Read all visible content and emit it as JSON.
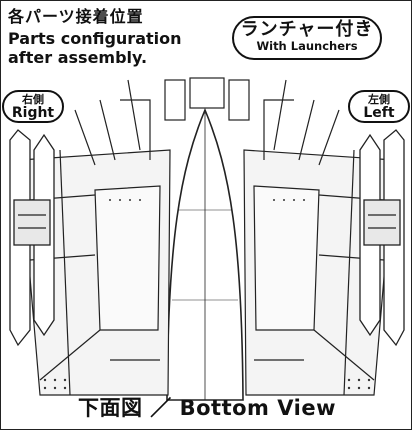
{
  "header": {
    "title_jp": "各パーツ接着位置",
    "title_en_line1": "Parts configuration",
    "title_en_line2": "after assembly."
  },
  "variant_badge": {
    "label_jp": "ランチャー付き",
    "label_en": "With Launchers"
  },
  "side_labels": {
    "right": {
      "jp": "右側",
      "en": "Right"
    },
    "left": {
      "jp": "左側",
      "en": "Left"
    }
  },
  "caption": "下面図 ／ Bottom View"
}
